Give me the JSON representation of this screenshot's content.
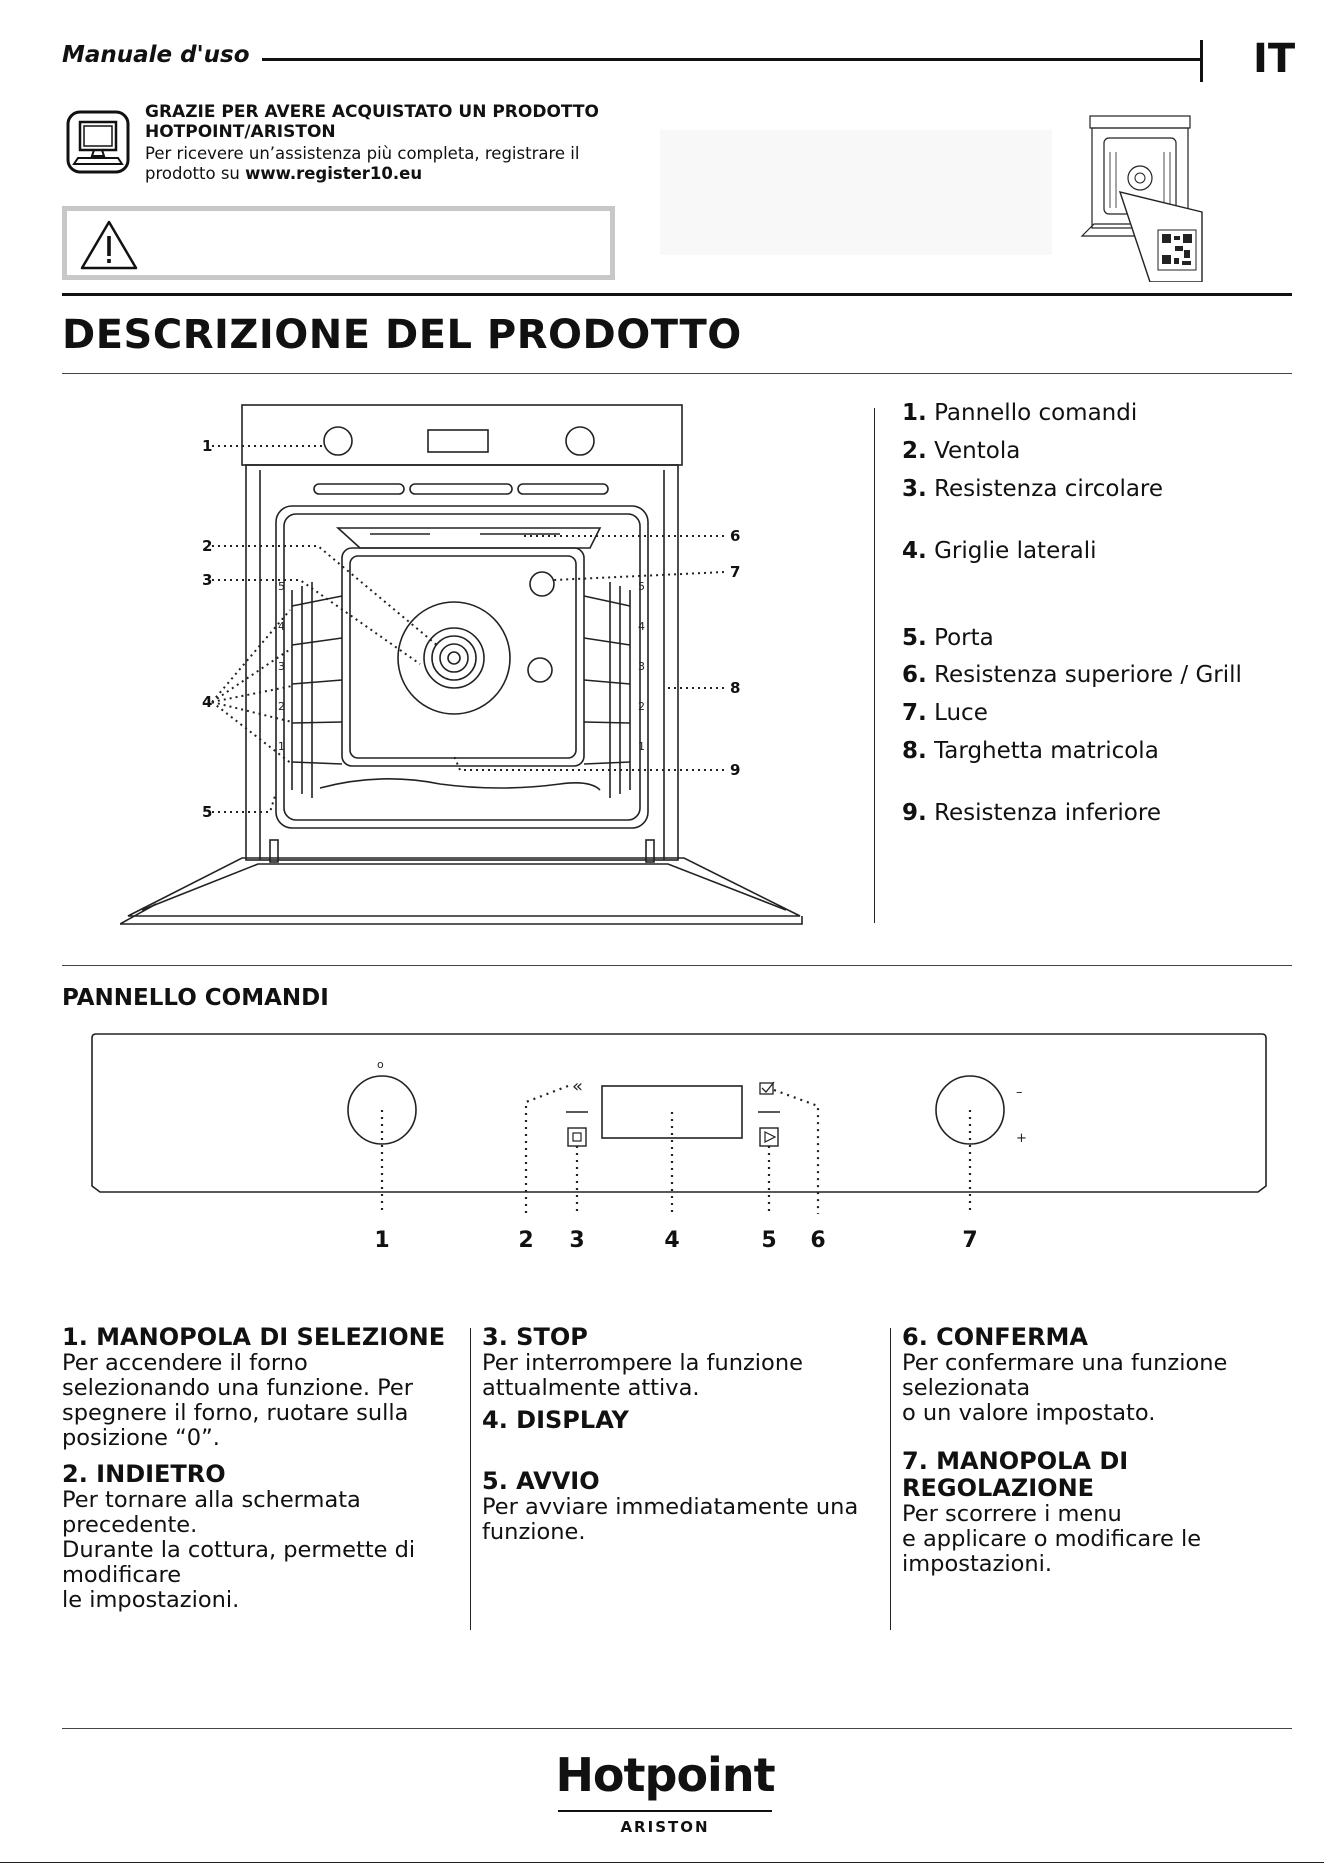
{
  "header": {
    "title": "Manuale d'uso",
    "language": "IT"
  },
  "register": {
    "heading_line1": "GRAZIE PER AVERE ACQUISTATO UN PRODOTTO",
    "heading_line2": "HOTPOINT/ARISTON",
    "text_line1": "Per ricevere un’assistenza più completa, registrare il",
    "text_prefix": "prodotto su ",
    "url": "www.register10.eu"
  },
  "section": {
    "title": "DESCRIZIONE DEL PRODOTTO"
  },
  "oven_callouts": [
    "1",
    "2",
    "3",
    "4",
    "5",
    "6",
    "7",
    "8",
    "9"
  ],
  "shelf_levels": [
    "5",
    "4",
    "3",
    "2",
    "1"
  ],
  "legend": [
    {
      "num": "1.",
      "label": "Pannello comandi"
    },
    {
      "num": "2.",
      "label": "Ventola"
    },
    {
      "num": "3.",
      "label": "Resistenza circolare"
    },
    {
      "num": "4.",
      "label": "Griglie laterali"
    },
    {
      "num": "5.",
      "label": "Porta"
    },
    {
      "num": "6.",
      "label": "Resistenza superiore / Grill"
    },
    {
      "num": "7.",
      "label": "Luce"
    },
    {
      "num": "8.",
      "label": "Targhetta matricola"
    },
    {
      "num": "9.",
      "label": "Resistenza inferiore"
    }
  ],
  "control_panel": {
    "title": "PANNELLO COMANDI",
    "knob_mark": "o",
    "minus": "–",
    "plus": "+",
    "callouts": [
      "1",
      "2",
      "3",
      "4",
      "5",
      "6",
      "7"
    ]
  },
  "descriptions": [
    {
      "heading": "1. MANOPOLA DI SELEZIONE",
      "text": "Per accendere il forno\nselezionando una funzione. Per\nspegnere il forno, ruotare sulla\nposizione “0”."
    },
    {
      "heading": "2. INDIETRO",
      "text": "Per tornare alla schermata\nprecedente.\nDurante la cottura, permette di\nmodificare\nle impostazioni."
    },
    {
      "heading": "3. STOP",
      "text": "Per interrompere la funzione\nattualmente attiva."
    },
    {
      "heading": "4. DISPLAY",
      "text": ""
    },
    {
      "heading": "5. AVVIO",
      "text": "Per avviare immediatamente una\nfunzione."
    },
    {
      "heading": "6. CONFERMA",
      "text": "Per confermare una funzione\nselezionata\no un valore impostato."
    },
    {
      "heading": "7. MANOPOLA DI\nREGOLAZIONE",
      "text": "Per scorrere i menu\ne applicare o modificare le\nimpostazioni."
    }
  ],
  "brand": {
    "name": "Hotpoint",
    "sub": "ARISTON"
  }
}
